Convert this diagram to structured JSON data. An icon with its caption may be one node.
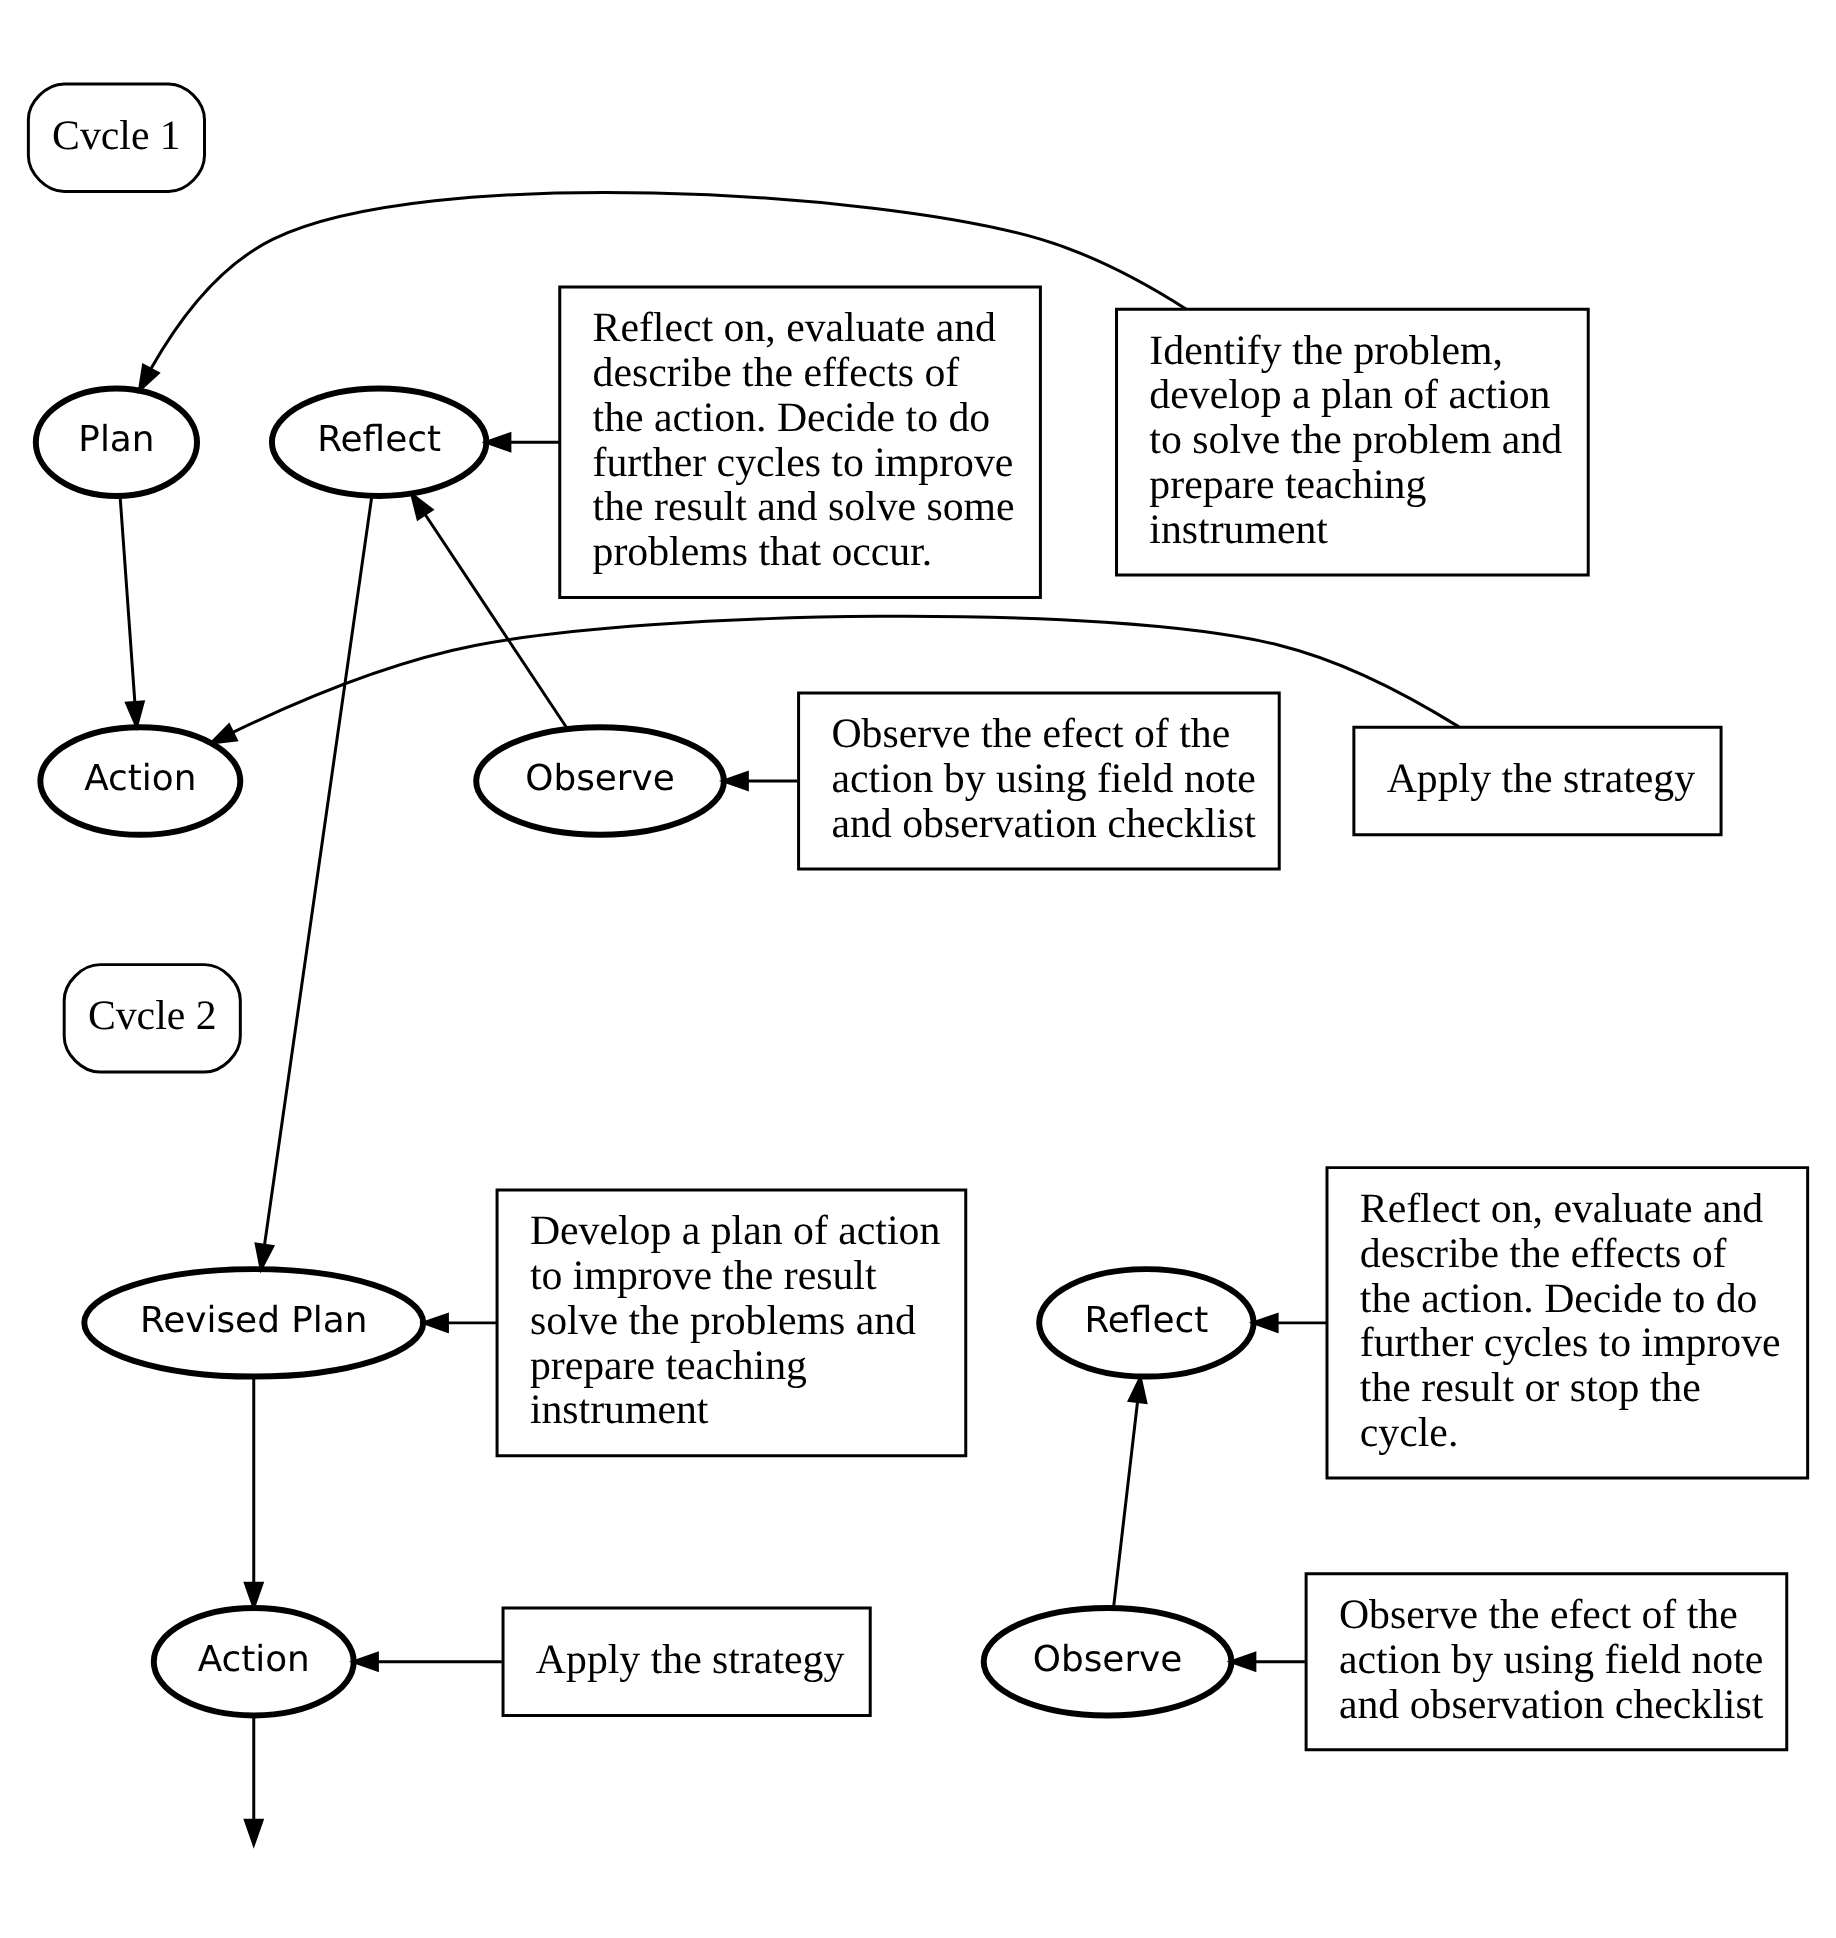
{
  "diagram": {
    "nodes": [
      {
        "text": [
          "Cvcle 1"
        ]
      },
      {
        "text": [
          "Reflect on, evaluate and describe the effects of the action. Decide to do further cycles to improve the result and solve some problems that occur."
        ]
      },
      {
        "text": [
          "Identify the problem, develop a plan of action to solve the problem and prepare teaching instrument"
        ]
      },
      {
        "text": [
          "Reflect"
        ]
      },
      {
        "text": [
          "Plan"
        ]
      },
      {
        "text": [
          "Observe"
        ]
      },
      {
        "text": [
          "Action"
        ]
      },
      {
        "text": [
          "Apply the strategy"
        ]
      },
      {
        "text": [
          "Observe the efect of the action by using field note and observation checklist"
        ]
      },
      {
        "text": [
          "Cvcle 2"
        ]
      },
      {
        "text": [
          "Reflect"
        ]
      },
      {
        "text": [
          "Reflect on, evaluate and describe the effects of the action. Decide to do further cycles to improve the result or stop the cycle."
        ]
      },
      {
        "text": [
          "Revised Plan"
        ]
      },
      {
        "text": [
          "Develop a plan of action to improve the result solve the problems and prepare teaching instrument"
        ]
      },
      {
        "text": [
          "Observe"
        ]
      },
      {
        "text": [
          "Action"
        ]
      },
      {
        "text": [
          "Apply the strategy"
        ]
      },
      {
        "text": [
          "Observe the efect of the action by using field note and observation checklist"
        ]
      }
    ],
    "edges": [
      {
        "from": 1,
        "to": 3,
        "arrow": "to"
      },
      {
        "from": 2,
        "to": 4,
        "arrow": "to"
      },
      {
        "from": 4,
        "to": 6,
        "arrow": "to"
      },
      {
        "from": 5,
        "to": 3,
        "arrow": "to"
      },
      {
        "from": 7,
        "to": 6,
        "arrow": "to"
      },
      {
        "from": 8,
        "to": 5,
        "arrow": "to"
      },
      {
        "from": 3,
        "to": 12,
        "arrow": "to"
      },
      {
        "from": 11,
        "to": 10,
        "arrow": "to"
      },
      {
        "from": 13,
        "to": 12,
        "arrow": "to"
      },
      {
        "from": 12,
        "to": 15,
        "arrow": "to"
      },
      {
        "from": 14,
        "to": 10,
        "arrow": "to"
      },
      {
        "from": 17,
        "to": 14,
        "arrow": "to"
      },
      {
        "from": 16,
        "to": 15,
        "arrow": "to"
      },
      {
        "from": 15,
        "to": null,
        "arrow": "to"
      }
    ]
  }
}
